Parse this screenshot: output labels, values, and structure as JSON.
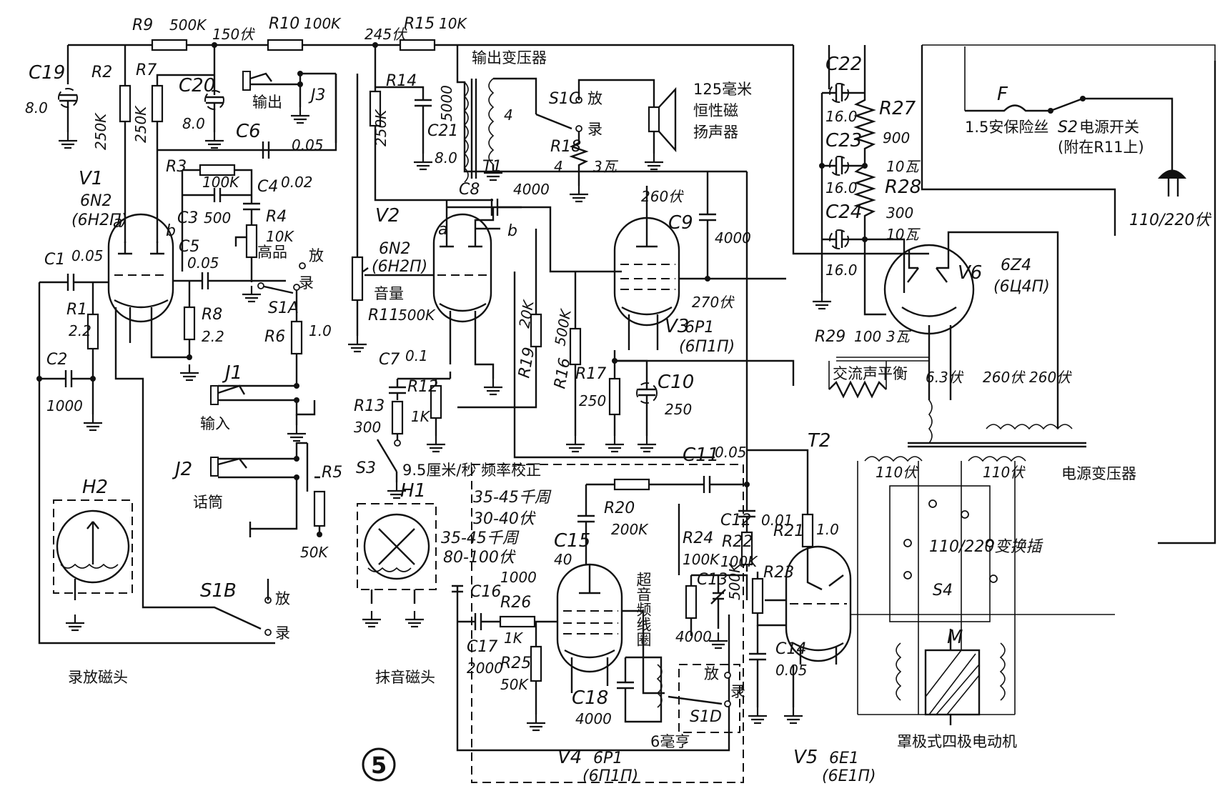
{
  "components": {
    "c19": {
      "name": "C19",
      "value": "8.0"
    },
    "r2": {
      "name": "R2",
      "value": "250K"
    },
    "r7": {
      "name": "R7",
      "value": "250K"
    },
    "r9": {
      "name": "R9",
      "value": "500K"
    },
    "v150": "150伏",
    "r10": {
      "name": "R10",
      "value": "100K"
    },
    "v245": "245伏",
    "r15": {
      "name": "R15",
      "value": "10K"
    },
    "c20": {
      "name": "C20",
      "value": "8.0"
    },
    "c6": {
      "name": "C6",
      "value": "0.05"
    },
    "j3": {
      "name": "J3",
      "label": "输出"
    },
    "r3": {
      "name": "R3",
      "value": "100K"
    },
    "c4": {
      "name": "C4",
      "value": "0.02"
    },
    "c3": {
      "name": "C3",
      "value": "500"
    },
    "r4": {
      "name": "R4",
      "value": "10K",
      "note": "高品"
    },
    "c5": {
      "name": "C5",
      "value": "0.05"
    },
    "c1": {
      "name": "C1",
      "value": "0.05"
    },
    "r1": {
      "name": "R1",
      "value": "2.2"
    },
    "r8": {
      "name": "R8",
      "value": "2.2"
    },
    "c2": {
      "name": "C2",
      "value": "1000"
    },
    "r6": {
      "name": "R6",
      "value": "1.0"
    },
    "s1a": "S1A",
    "j1": {
      "name": "J1",
      "label": "输入"
    },
    "j2": {
      "name": "J2",
      "label": "话筒"
    },
    "r5": {
      "name": "R5",
      "value": "50K"
    },
    "r14": {
      "name": "R14",
      "value": "250K"
    },
    "c21": {
      "name": "C21",
      "value": "8.0"
    },
    "t1": {
      "name": "T1",
      "label": "输出变压器",
      "prim": "5000",
      "sec": "4"
    },
    "s1c": "S1C",
    "r18": {
      "name": "R18",
      "value": "4",
      "power": "3瓦"
    },
    "speaker": [
      "125毫米",
      "恒性磁",
      "扬声器"
    ],
    "c8": {
      "name": "C8",
      "value": "4000"
    },
    "r11": {
      "name": "R11",
      "value": "500K",
      "note": "音量"
    },
    "c7": {
      "name": "C7",
      "value": "0.1"
    },
    "r12": {
      "name": "R12",
      "value": "1K"
    },
    "r13": {
      "name": "R13",
      "value": "300"
    },
    "r19": {
      "name": "R19",
      "value": "20K"
    },
    "r16": {
      "name": "R16",
      "value": "500K"
    },
    "r17": {
      "name": "R17",
      "value": "250"
    },
    "c10": {
      "name": "C10",
      "value": "250"
    },
    "c9": {
      "name": "C9",
      "value": "4000"
    },
    "v260": "260伏",
    "v270": "270伏",
    "s3": {
      "name": "S3",
      "label": "9.5厘米/秒 频率校正"
    },
    "c11": {
      "name": "C11",
      "value": "0.05"
    },
    "c22": {
      "name": "C22",
      "value": "16.0"
    },
    "c23": {
      "name": "C23",
      "value": "16.0"
    },
    "c24": {
      "name": "C24",
      "value": "16.0"
    },
    "r27": {
      "name": "R27",
      "value": "900",
      "power": "10瓦"
    },
    "r28": {
      "name": "R28",
      "value": "300",
      "power": "10瓦"
    },
    "r29": {
      "name": "R29",
      "value": "100",
      "power": "3瓦",
      "label": "交流声平衡"
    },
    "fuse": {
      "name": "F",
      "label": "1.5安保险丝"
    },
    "s2": {
      "name": "S2",
      "label": "电源开关",
      "note": "(附在R11上)"
    },
    "plug": "110/220伏",
    "t2": {
      "name": "T2",
      "label": "电源变压器",
      "w1": "6.3伏",
      "w2": "260伏",
      "w3": "260伏",
      "p1": "110伏",
      "p2": "110伏"
    },
    "s4": {
      "name": "S4",
      "label": "110/220变换插"
    },
    "motor": {
      "name": "M",
      "label": "罩极式四极电动机"
    },
    "h2": {
      "name": "H2",
      "label": "录放磁头"
    },
    "h1": {
      "name": "H1",
      "label": "抹音磁头",
      "f1": "35-45千周",
      "f2": "80-100伏"
    },
    "s1b": "S1B",
    "osc": {
      "f": "35-45千周",
      "v": "30-40伏"
    },
    "r20": {
      "name": "R20",
      "value": "200K"
    },
    "c15": {
      "name": "C15",
      "value": "40"
    },
    "c16": {
      "name": "C16",
      "value": "1000"
    },
    "r26": {
      "name": "R26",
      "value": "1K"
    },
    "c17": {
      "name": "C17",
      "value": "2000"
    },
    "r25": {
      "name": "R25",
      "value": "50K"
    },
    "c18": {
      "name": "C18",
      "value": "4000"
    },
    "coil": "超音频线圈",
    "coil_l": "6毫亨",
    "s1d": "S1D",
    "c12": {
      "name": "C12",
      "value": "0.01"
    },
    "r24": {
      "name": "R24",
      "value": "100K"
    },
    "r22": {
      "name": "R22",
      "value": "100K"
    },
    "c13": {
      "name": "C13",
      "value": "4000"
    },
    "r23": {
      "name": "R23",
      "value": "500K"
    },
    "r21": {
      "name": "R21",
      "value": "1.0"
    },
    "c14": {
      "name": "C14",
      "value": "0.05"
    },
    "play": "放",
    "rec": "录"
  },
  "tubes": {
    "v1": {
      "name": "V1",
      "type": "6N2",
      "alt": "(6H2П)",
      "pin_a": "a",
      "pin_b": "b"
    },
    "v2": {
      "name": "V2",
      "type": "6N2",
      "alt": "(6H2П)",
      "pin_a": "a",
      "pin_b": "b"
    },
    "v3": {
      "name": "V3",
      "type": "6P1",
      "alt": "(6П1П)"
    },
    "v4": {
      "name": "V4",
      "type": "6P1",
      "alt": "(6П1П)"
    },
    "v5": {
      "name": "V5",
      "type": "6E1",
      "alt": "(6E1П)"
    },
    "v6": {
      "name": "V6",
      "type": "6Z4",
      "alt": "(6Ц4П)"
    }
  },
  "figure_number": "5"
}
